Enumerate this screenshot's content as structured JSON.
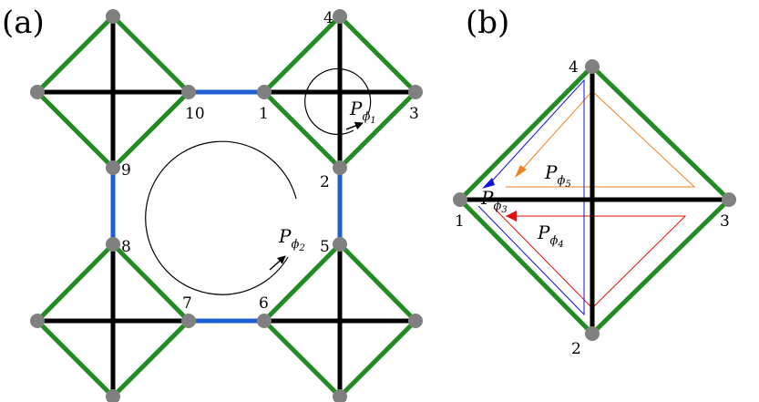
{
  "panels": {
    "a": "(a)",
    "b": "(b)"
  },
  "nodes_a": [
    "1",
    "2",
    "3",
    "4",
    "5",
    "6",
    "7",
    "8",
    "9",
    "10"
  ],
  "nodes_b": [
    "1",
    "2",
    "3",
    "4"
  ],
  "paths": {
    "p1": {
      "base": "P",
      "sub": "ϕ",
      "subsub": "1"
    },
    "p2": {
      "base": "P",
      "sub": "ϕ",
      "subsub": "2"
    },
    "p3": {
      "base": "P",
      "sub": "ϕ",
      "subsub": "3"
    },
    "p4": {
      "base": "P",
      "sub": "ϕ",
      "subsub": "4"
    },
    "p5": {
      "base": "P",
      "sub": "ϕ",
      "subsub": "5"
    }
  },
  "colors": {
    "square_edge": "#238b23",
    "cross_edge": "#000000",
    "link_edge": "#1f5fd1",
    "node": "#808080",
    "path3": "#1010e0",
    "path4": "#e01010",
    "path5": "#f08020"
  }
}
